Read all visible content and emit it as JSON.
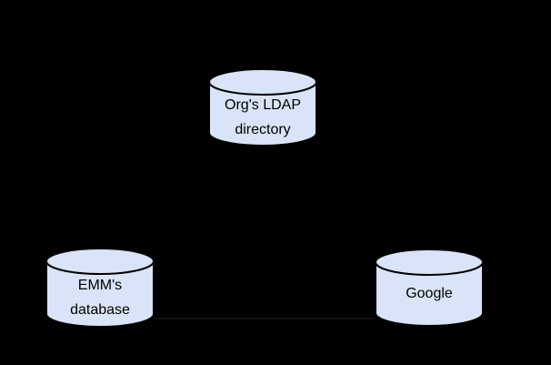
{
  "diagram": {
    "description": "Directory sync diagram with three database cylinders on a black background",
    "background_color": "#000000",
    "node_fill_color": "#d9e4f8",
    "node_stroke_color": "#000000",
    "label_color": "#000000",
    "nodes": [
      {
        "id": "org-ldap-directory",
        "shape": "database-cylinder",
        "lines": [
          "Org's LDAP",
          "directory"
        ]
      },
      {
        "id": "emm-database",
        "shape": "database-cylinder",
        "lines": [
          "EMM's",
          "database"
        ]
      },
      {
        "id": "google",
        "shape": "database-cylinder",
        "lines": [
          "Google"
        ]
      }
    ],
    "connectors": [
      {
        "id": "emm-to-google",
        "style": "faint-horizontal-line",
        "color": "#0f0f0f"
      }
    ]
  }
}
